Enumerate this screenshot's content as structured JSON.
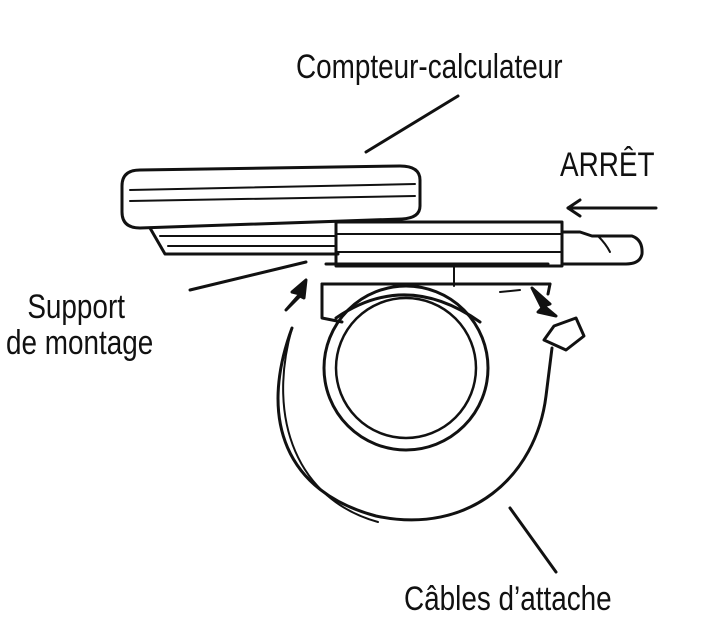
{
  "labels": {
    "computer": "Compteur-calculateur",
    "stop": "ARRÊT",
    "mount_line1": "Support",
    "mount_line2": "de montage",
    "ties": "Câbles d’attache"
  },
  "colors": {
    "ink": "#111111",
    "background": "#ffffff"
  }
}
